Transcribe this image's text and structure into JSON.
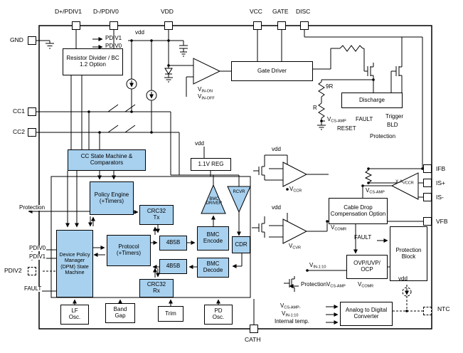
{
  "colors": {
    "block_fill": "#A8D1EF",
    "block_border": "#000000",
    "background": "#FFFFFF"
  },
  "pins": {
    "d_plus": "D+/PDIV1",
    "d_minus": "D-/PDIV0",
    "vdd": "VDD",
    "vcc": "VCC",
    "gate": "GATE",
    "disc": "DISC",
    "gnd": "GND",
    "cc1": "CC1",
    "cc2": "CC2",
    "pdiv2": "PDIV2",
    "ifb": "IFB",
    "is_plus": "IS+",
    "is_minus": "IS-",
    "vfb": "VFB",
    "ntc": "NTC",
    "cath": "CATH"
  },
  "blocks": {
    "resistor_divider": "Resistor Divider / BC 1.2 Option",
    "cc_state_machine": "CC State Machine & Comparators",
    "reg_1v1": "1.1V REG",
    "gate_driver": "Gate Driver",
    "discharge": "Discharge",
    "policy_engine": "Policy Engine (+Timers)",
    "crc32_tx": "CRC32 Tx",
    "crc32_rx": "CRC32 Rx",
    "dpm": "Device Policy Manager (DPM) State Machine",
    "protocol": "Protocol (+Timers)",
    "fourb5b_tx": "4B5B",
    "fourb5b_rx": "4B5B",
    "bmc_encode": "BMC Encode",
    "bmc_decode": "BMC Decode",
    "cdr": "CDR",
    "bmc_driver": "BMC DRIVER",
    "rcvr": "RCVR",
    "cable_drop": "Cable Drop Compensation Option",
    "ovp_uvp_ocp": "OVP/UVP/ OCP",
    "protection_block": "Protection Block",
    "adc": "Analog to Digital Converter",
    "lf_osc": "LF Osc.",
    "band_gap": "Band Gap",
    "trim": "Trim",
    "pd_osc": "PD Osc."
  },
  "labels": {
    "vdd": "vdd",
    "pdiv1": "PDIV1",
    "pdiv0": "PDIV0",
    "v": "V",
    "sub_in_on": "IN-ON",
    "sub_in_off": "IN-OFF",
    "sub_cs_amp": "CS-AMP",
    "sub_cs_amp_minus": "CS-AMP-",
    "sub_comr": "COMR",
    "sub_cvr": "CVR",
    "sub_ccr": "CCR",
    "sub_vccr": "VCCR",
    "sub_in_110": "IN-1:10",
    "x_a": "X A",
    "r9": "9R",
    "r": "R",
    "fault": "FAULT",
    "reset": "RESET",
    "trigger": "Trigger",
    "bld": "BLD",
    "protection": "Protection",
    "internal_temp": "Internal temp."
  }
}
